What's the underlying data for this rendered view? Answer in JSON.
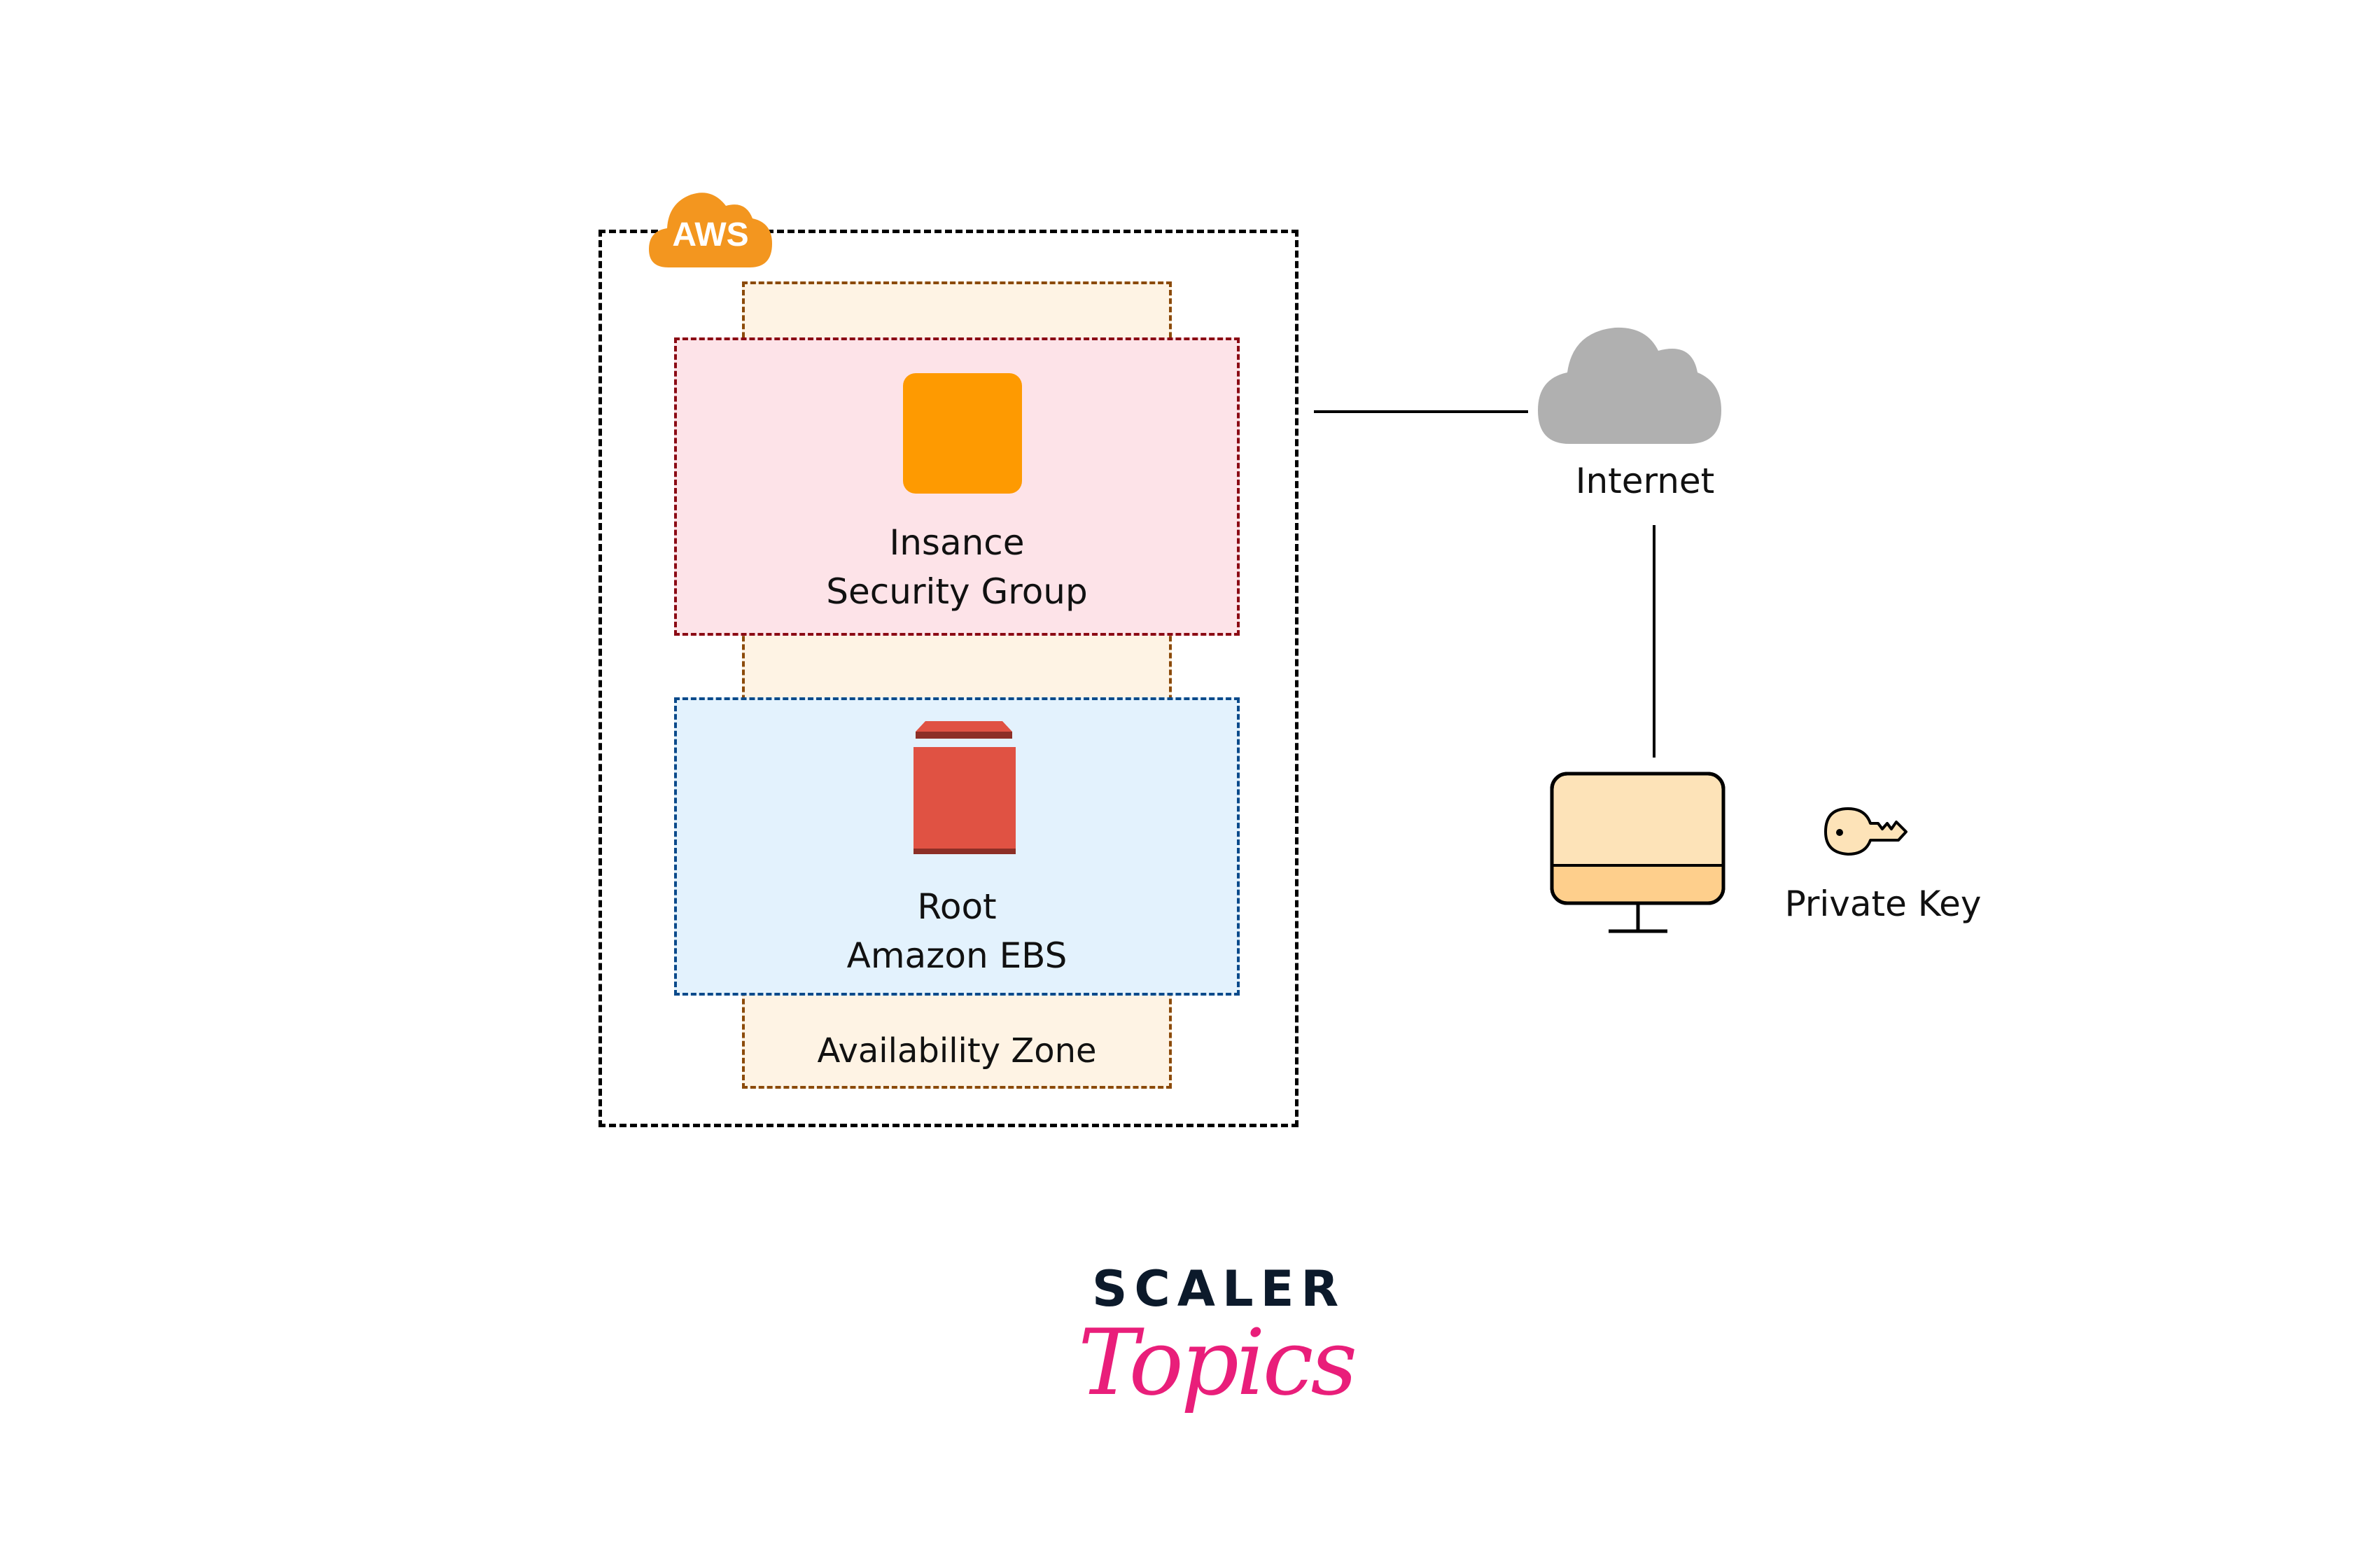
{
  "diagram": {
    "aws_badge": {
      "text": "AWS",
      "color": "#f3961f"
    },
    "availability_zone": {
      "label": "Availability Zone",
      "fill": "#fef3e4",
      "border": "#8b4a0a"
    },
    "security_group": {
      "line1": "Insance",
      "line2": "Security Group",
      "fill": "#fde3e8",
      "border": "#8b0a14",
      "icon_color": "#fe9a01"
    },
    "ebs": {
      "line1": "Root",
      "line2": "Amazon EBS",
      "fill": "#e3f2fd",
      "border": "#0a4a8b",
      "icon_color": "#e05243"
    },
    "internet": {
      "label": "Internet",
      "icon_color": "#b0b0b0"
    },
    "client": {
      "icon": "monitor-icon",
      "screen_color": "#fde3b8",
      "base_color": "#fecf8c"
    },
    "private_key": {
      "label": "Private Key",
      "icon": "key-icon",
      "color": "#fde3b8"
    }
  },
  "branding": {
    "line1": "SCALER",
    "line2": "Topics",
    "line1_color": "#0c1a2b",
    "line2_color": "#e91e7a"
  }
}
